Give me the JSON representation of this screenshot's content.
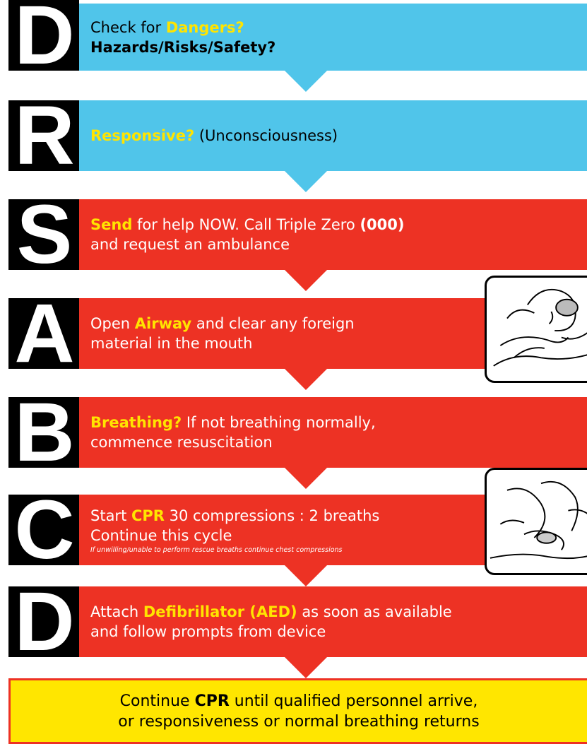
{
  "steps": [
    {
      "letter": "D",
      "lines": [
        [
          "Check for ",
          "Dangers?"
        ],
        [
          "Hazards/Risks/Safety?"
        ]
      ]
    },
    {
      "letter": "R",
      "text_hl": "Responsive?",
      "text": " (Unconsciousness)"
    },
    {
      "letter": "S",
      "line1_hl": "Send",
      "line1": " for help NOW. Call Triple Zero ",
      "line1_b": "(000)",
      "line2": "and request an ambulance"
    },
    {
      "letter": "A",
      "line1_pre": "Open ",
      "line1_hl": "Airway",
      "line1": " and clear any foreign",
      "line2": "material in the mouth"
    },
    {
      "letter": "B",
      "line1_hl": "Breathing?",
      "line1": " If not breathing normally,",
      "line2": "commence resuscitation"
    },
    {
      "letter": "C",
      "line1_pre": "Start ",
      "line1_hl": "CPR",
      "line1": " 30 compressions : 2 breaths",
      "line2": "Continue this cycle",
      "note": "If unwilling/unable to perform rescue breaths continue chest compressions"
    },
    {
      "letter": "D",
      "line1_pre": "Attach ",
      "line1_hl": "Defibrillator (AED)",
      "line1": " as soon as available",
      "line2": "and follow prompts from device"
    }
  ],
  "final": {
    "line1_pre": "Continue ",
    "line1_b": "CPR",
    "line1": " until qualified personnel arrive,",
    "line2": "or responsiveness or normal breathing returns"
  },
  "images": [
    {
      "icon": "airway-illustration-icon"
    },
    {
      "icon": "cpr-illustration-icon"
    }
  ],
  "colors": {
    "blue": "#50c5ea",
    "red": "#ed3224",
    "highlight": "#ffe400",
    "final_bg": "#ffe600",
    "letter_bg": "#000000"
  }
}
